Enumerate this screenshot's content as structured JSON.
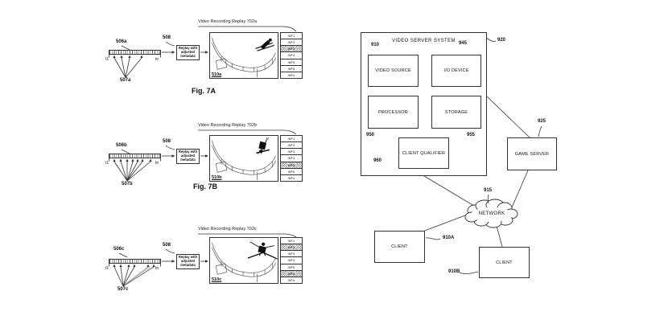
{
  "figures": [
    {
      "title": "Video Recording Replay 702a",
      "timeline_ref": "506a",
      "events_ref": "507a",
      "replay_ref": "508",
      "replay_box_lines": [
        "Replay with",
        "adjusted",
        "metadata"
      ],
      "screen_ref": "510a",
      "t_start": "t1",
      "t_end": "tn",
      "caption": "Fig. 7A",
      "rows": [
        "WF1",
        "WF2",
        "WF3",
        "WF4",
        "WF5",
        "WF6",
        "WFn"
      ],
      "highlighted_rows": [
        2
      ]
    },
    {
      "title": "Video Recording Replay 702b",
      "timeline_ref": "506b",
      "events_ref": "507b",
      "replay_ref": "508",
      "replay_box_lines": [
        "Replay with",
        "adjusted",
        "metadata"
      ],
      "screen_ref": "510b",
      "t_start": "t1",
      "t_end": "tn",
      "caption": "Fig. 7B",
      "rows": [
        "WF1",
        "WF2",
        "WF3",
        "WF4",
        "WF5",
        "WF6",
        "WFn"
      ],
      "highlighted_rows": [
        4
      ]
    },
    {
      "title": "Video Recording Replay 702c",
      "timeline_ref": "506c",
      "events_ref": "507c",
      "replay_ref": "508",
      "replay_box_lines": [
        "Replay with",
        "adjusted",
        "metadata"
      ],
      "screen_ref": "510c",
      "t_start": "t1",
      "t_end": "tn",
      "caption": "",
      "rows": [
        "WF1",
        "WF2",
        "WF3",
        "WF4",
        "WF5",
        "WF6",
        "WFn"
      ],
      "highlighted_rows": [
        1,
        5
      ]
    }
  ],
  "system": {
    "title": "VIDEO SERVER SYSTEM",
    "system_ref": "920",
    "video_source": {
      "label": "VIDEO SOURCE",
      "ref": "910"
    },
    "io_device": {
      "label": "I/O DEVICE",
      "ref": "945"
    },
    "processor": {
      "label": "PROCESSOR",
      "ref": "950"
    },
    "storage": {
      "label": "STORAGE",
      "ref": "955"
    },
    "client_qualifier": {
      "label": "CLIENT QUALIFIER",
      "ref": "960"
    },
    "game_server": {
      "label": "GAME SERVER",
      "ref": "925"
    },
    "network": {
      "label": "NETWORK",
      "ref": "915"
    },
    "client_a": {
      "label": "CLIENT",
      "ref": "910A"
    },
    "client_b": {
      "label": "CLIENT",
      "ref": "910B"
    }
  },
  "colors": {
    "line": "#333333",
    "background": "#ffffff",
    "hatch": "#9a9a9a"
  }
}
